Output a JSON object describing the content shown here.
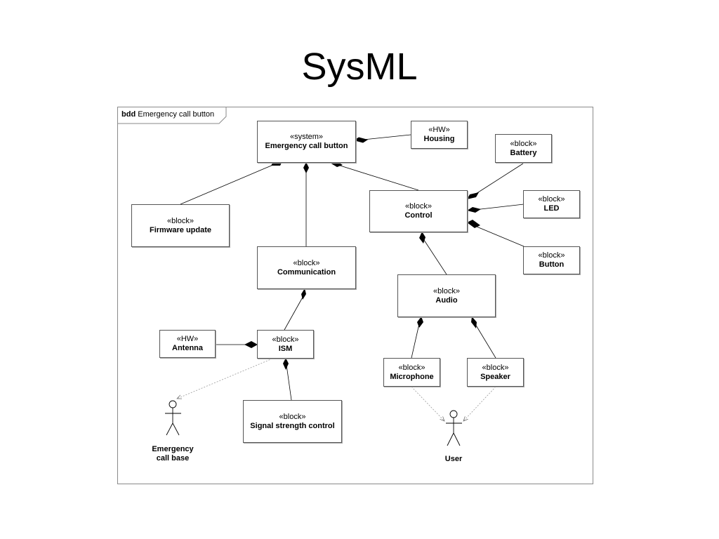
{
  "slide": {
    "title": "SysML"
  },
  "frame": {
    "kind": "bdd",
    "name": "Emergency call button"
  },
  "blocks": {
    "emergency_call_button": {
      "stereotype": "«system»",
      "name": "Emergency call button"
    },
    "housing": {
      "stereotype": "«HW»",
      "name": "Housing"
    },
    "battery": {
      "stereotype": "«block»",
      "name": "Battery"
    },
    "firmware_update": {
      "stereotype": "«block»",
      "name": "Firmware update"
    },
    "control": {
      "stereotype": "«block»",
      "name": "Control"
    },
    "led": {
      "stereotype": "«block»",
      "name": "LED"
    },
    "communication": {
      "stereotype": "«block»",
      "name": "Communication"
    },
    "button": {
      "stereotype": "«block»",
      "name": "Button"
    },
    "audio": {
      "stereotype": "«block»",
      "name": "Audio"
    },
    "antenna": {
      "stereotype": "«HW»",
      "name": "Antenna"
    },
    "ism": {
      "stereotype": "«block»",
      "name": "ISM"
    },
    "microphone": {
      "stereotype": "«block»",
      "name": "Microphone"
    },
    "speaker": {
      "stereotype": "«block»",
      "name": "Speaker"
    },
    "signal_strength_control": {
      "stereotype": "«block»",
      "name": "Signal strength control"
    }
  },
  "actors": {
    "emergency_call_base": {
      "name_line1": "Emergency",
      "name_line2": "call base"
    },
    "user": {
      "name": "User"
    }
  },
  "colors": {
    "line": "#000000",
    "frame_border": "#8a8a8a",
    "dashed": "#9a9a9a"
  }
}
